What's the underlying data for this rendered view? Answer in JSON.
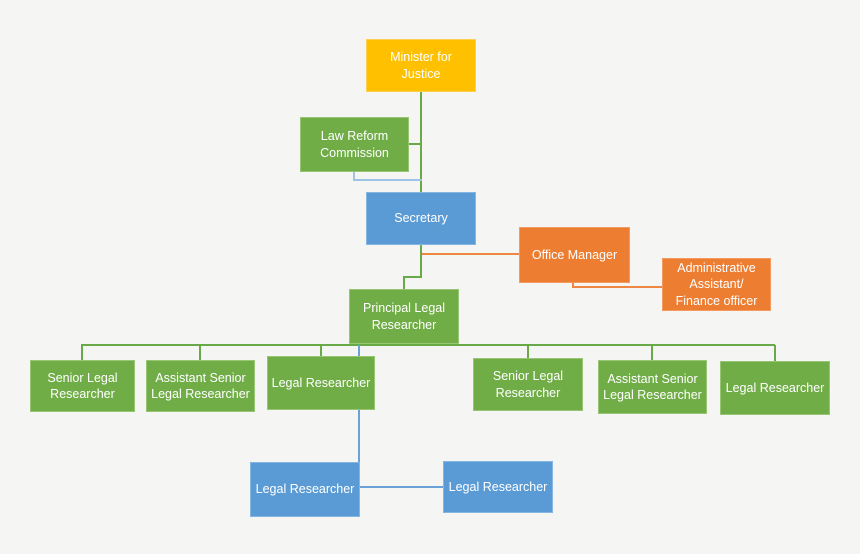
{
  "palette": {
    "bg": "#f5f5f4",
    "text": "#ffffff",
    "gold": "#ffc000",
    "gold_br": "#ffd04d",
    "green": "#70ad47",
    "green_br": "#97c573",
    "blue": "#5b9bd5",
    "blue_br": "#85b6e2",
    "orange": "#ed7d31",
    "orange_br": "#f29a5f",
    "ln_green": "#68a948",
    "ln_blue": "#6aa2d8",
    "ln_blue_light": "#9dc3e6",
    "ln_orange": "#ee8742"
  },
  "nodes": {
    "minister": {
      "label": "Minister for\nJustice"
    },
    "law_reform_commission": {
      "label": "Law Reform\nCommission"
    },
    "secretary": {
      "label": "Secretary"
    },
    "office_manager": {
      "label": "Office Manager"
    },
    "admin_assistant": {
      "label": "Administrative\nAssistant/\nFinance officer"
    },
    "principal_legal_researcher": {
      "label": "Principal Legal\nResearcher"
    },
    "senior_legal_researcher_left": {
      "label": "Senior Legal\nResearcher"
    },
    "assistant_senior_left": {
      "label": "Assistant Senior\nLegal Researcher"
    },
    "legal_researcher_left": {
      "label": "Legal Researcher"
    },
    "senior_legal_researcher_right": {
      "label": "Senior Legal\nResearcher"
    },
    "assistant_senior_right": {
      "label": "Assistant Senior\nLegal Researcher"
    },
    "legal_researcher_right": {
      "label": "Legal Researcher"
    },
    "legal_researcher_bottom_left": {
      "label": "Legal Researcher"
    },
    "legal_researcher_bottom_right": {
      "label": "Legal Researcher"
    }
  }
}
